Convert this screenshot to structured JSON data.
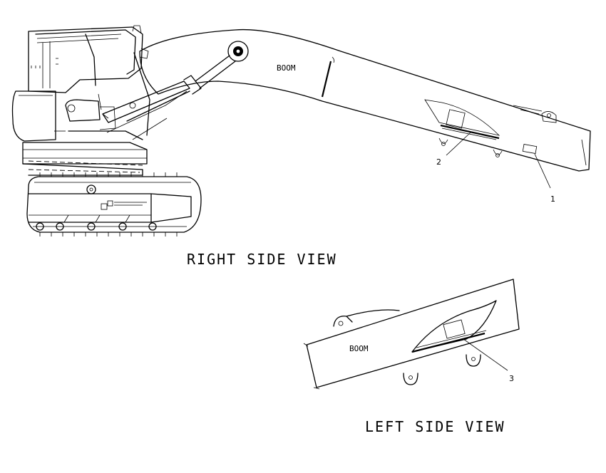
{
  "right_view": {
    "title": "RIGHT SIDE VIEW",
    "boom_label": "BOOM",
    "callouts": [
      "1",
      "2"
    ]
  },
  "left_view": {
    "title": "LEFT SIDE VIEW",
    "boom_label": "BOOM",
    "callouts": [
      "3"
    ]
  }
}
